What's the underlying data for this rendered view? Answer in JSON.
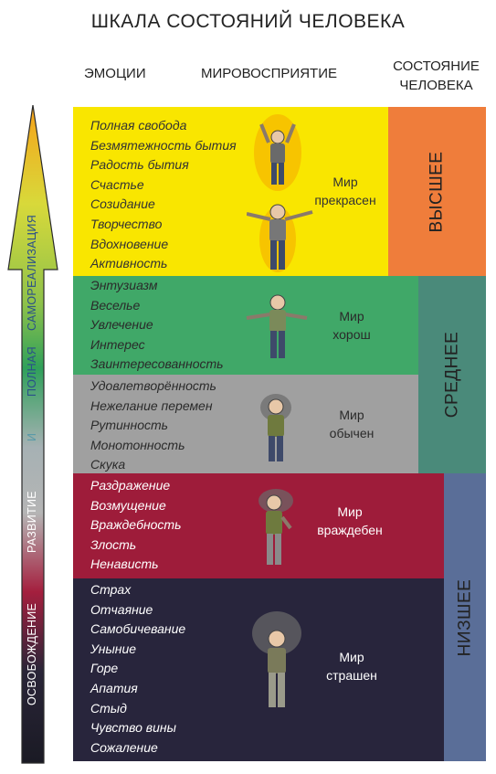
{
  "title": "ШКАЛА СОСТОЯНИЙ ЧЕЛОВЕКА",
  "headers": {
    "emotions": "ЭМОЦИИ",
    "worldview": "МИРОВОСПРИЯТИЕ",
    "state_line1": "СОСТОЯНИЕ",
    "state_line2": "ЧЕЛОВЕКА"
  },
  "arrow": {
    "word_liberation": "ОСВОБОЖДЕНИЕ",
    "word_development": "РАЗВИТИЕ",
    "word_and": "И",
    "word_full": "ПОЛНАЯ",
    "word_selfrealization": "САМОРЕАЛИЗАЦИЯ"
  },
  "bands": [
    {
      "color": "#f9e600",
      "text_color": "#333333",
      "emotions": [
        "Полная свобода",
        "Безмятежность бытия",
        "Радость бытия",
        "Счастье",
        "Созидание",
        "Творчество",
        "Вдохновение",
        "Активность"
      ],
      "world_line1": "Мир",
      "world_line2": "прекрасен"
    },
    {
      "color": "#40a868",
      "text_color": "#2a2a2a",
      "emotions": [
        "Энтузиазм",
        "Веселье",
        "Увлечение",
        "Интерес",
        "Заинтересованность"
      ],
      "world_line1": "Мир",
      "world_line2": "хорош"
    },
    {
      "color": "#a0a0a0",
      "text_color": "#2a2a2a",
      "emotions": [
        "Удовлетворённость",
        "Нежелание перемен",
        "Рутинность",
        "Монотонность",
        "Скука"
      ],
      "world_line1": "Мир",
      "world_line2": "обычен"
    },
    {
      "color": "#9e1c3a",
      "text_color": "#ffffff",
      "emotions": [
        "Раздражение",
        "Возмущение",
        "Враждебность",
        "Злость",
        "Ненависть"
      ],
      "world_line1": "Мир",
      "world_line2": "враждебен"
    },
    {
      "color": "#28253c",
      "text_color": "#ffffff",
      "emotions": [
        "Страх",
        "Отчаяние",
        "Самобичевание",
        "Уныние",
        "Горе",
        "Апатия",
        "Стыд",
        "Чувство вины",
        "Сожаление"
      ],
      "world_line1": "Мир",
      "world_line2": "страшен"
    }
  ],
  "states": [
    {
      "label": "ВЫСШЕЕ",
      "color": "#ef7d3b"
    },
    {
      "label": "СРЕДНЕЕ",
      "color": "#4a8a7a"
    },
    {
      "label": "НИЗШЕЕ",
      "color": "#5a6e98"
    }
  ]
}
